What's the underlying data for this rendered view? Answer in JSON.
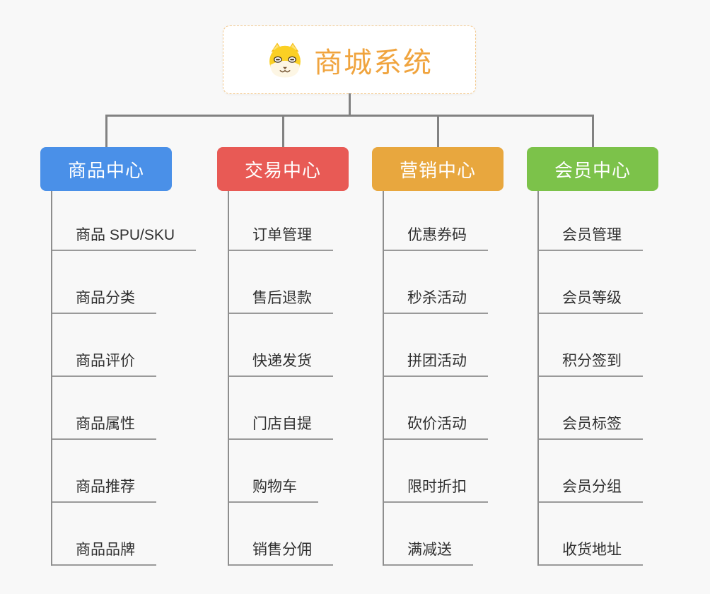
{
  "page": {
    "background": "#f8f8f8"
  },
  "root": {
    "title": "商城系统",
    "icon": "dog-face-icon",
    "accent_color": "#f0a43e",
    "border_color": "#f3c98e"
  },
  "connectors": {
    "color": "#828282"
  },
  "branches": [
    {
      "label": "商品中心",
      "color": "#4a90e8",
      "items": [
        "商品 SPU/SKU",
        "商品分类",
        "商品评价",
        "商品属性",
        "商品推荐",
        "商品品牌"
      ]
    },
    {
      "label": "交易中心",
      "color": "#e85a55",
      "items": [
        "订单管理",
        "售后退款",
        "快递发货",
        "门店自提",
        "购物车",
        "销售分佣"
      ]
    },
    {
      "label": "营销中心",
      "color": "#e8a73e",
      "items": [
        "优惠券码",
        "秒杀活动",
        "拼团活动",
        "砍价活动",
        "限时折扣",
        "满减送"
      ]
    },
    {
      "label": "会员中心",
      "color": "#7cc24a",
      "items": [
        "会员管理",
        "会员等级",
        "积分签到",
        "会员标签",
        "会员分组",
        "收货地址"
      ]
    }
  ]
}
